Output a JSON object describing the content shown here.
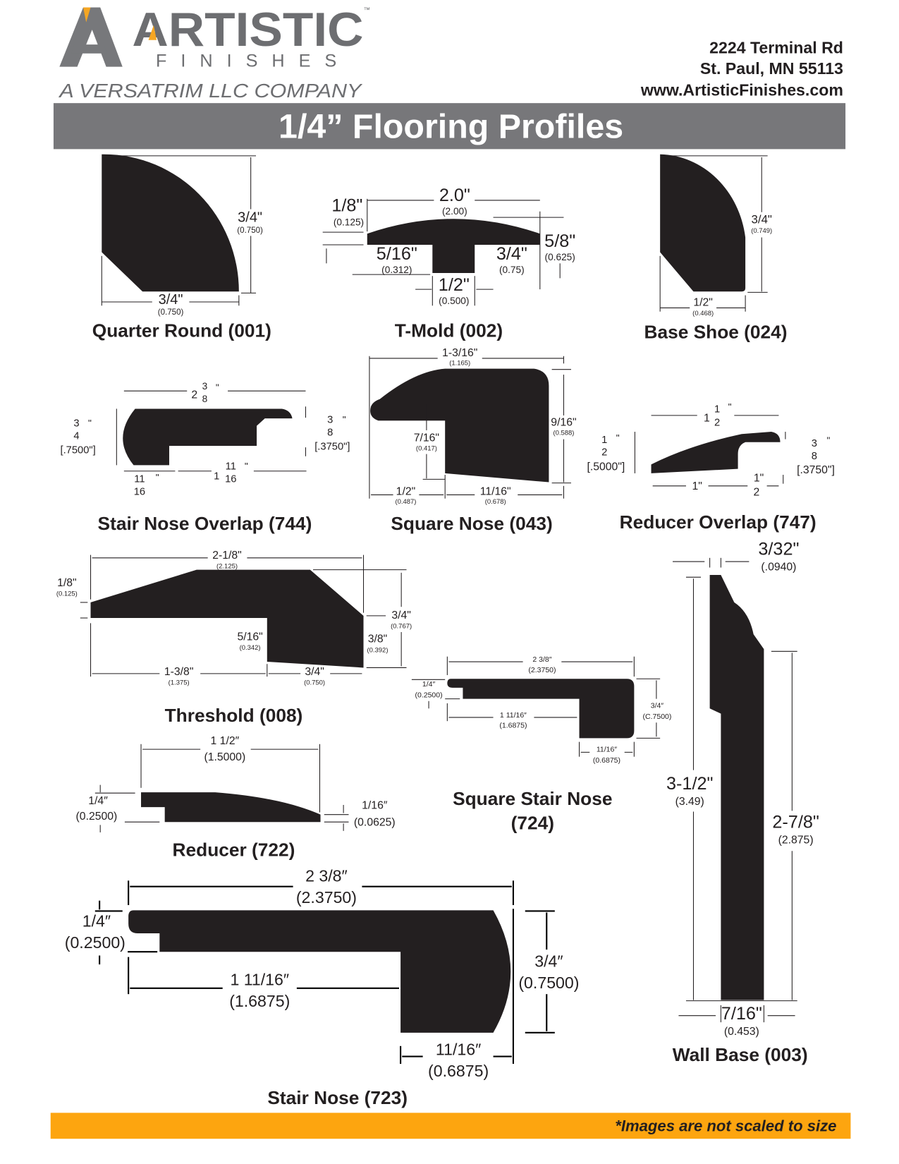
{
  "header": {
    "logo_word": "ARTISTIC",
    "logo_sub": "FINISHES",
    "logo_tm": "™",
    "tagline": "A VERSATRIM LLC COMPANY",
    "address_line1": "2224 Terminal Rd",
    "address_line2": "St. Paul, MN 55113",
    "website": "www.ArtisticFinishes.com"
  },
  "title": "1/4” Flooring Profiles",
  "colors": {
    "banner": "#77777a",
    "footer": "#fda50f",
    "logo_gray": "#77787b",
    "logo_accent": "#f5a623",
    "profile": "#231f20"
  },
  "profiles": {
    "quarter_round": {
      "caption": "Quarter Round (001)",
      "height": "3/4\"",
      "height_dec": "(0.750)",
      "width": "3/4\"",
      "width_dec": "(0.750)"
    },
    "t_mold": {
      "caption": "T-Mold (002)",
      "width": "2.0\"",
      "width_dec": "(2.00)",
      "cap": "1/8\"",
      "cap_dec": "(0.125)",
      "leg_h": "5/16\"",
      "leg_h_dec": "(0.312)",
      "side": "3/4\"",
      "side_dec": "(0.75)",
      "height": "5/8\"",
      "height_dec": "(0.625)",
      "leg_w": "1/2\"",
      "leg_w_dec": "(0.500)"
    },
    "base_shoe": {
      "caption": "Base Shoe (024)",
      "height": "3/4\"",
      "height_dec": "(0.749)",
      "width": "1/2\"",
      "width_dec": "(0.468)"
    },
    "stair_nose_overlap": {
      "caption": "Stair Nose Overlap (744)",
      "width_whole": "2",
      "width_num": "3",
      "width_den": "8",
      "height_num": "3",
      "height_den": "4",
      "height_dec": "[.7500\"]",
      "lip_num": "3",
      "lip_den": "8",
      "lip_dec": "[.3750\"]",
      "foot_num": "11",
      "foot_den": "16",
      "overlap_whole": "1",
      "overlap_num": "11",
      "overlap_den": "16",
      "inch": "\""
    },
    "square_nose": {
      "caption": "Square Nose (043)",
      "width": "1-3/16\"",
      "width_dec": "(1.165)",
      "height": "9/16\"",
      "height_dec": "(0.588)",
      "inner": "7/16\"",
      "inner_dec": "(0.417)",
      "left": "1/2\"",
      "left_dec": "(0.487)",
      "right": "11/16\"",
      "right_dec": "(0.678)"
    },
    "reducer_overlap": {
      "caption": "Reducer Overlap (747)",
      "width_whole": "1",
      "width_num": "1",
      "width_den": "2",
      "height_num": "1",
      "height_den": "2",
      "height_dec": "[.5000\"]",
      "lip_num": "3",
      "lip_den": "8",
      "lip_dec": "[.3750\"]",
      "base": "1\"",
      "overlap_num": "1\"",
      "overlap_den": "2",
      "inch": "\""
    },
    "threshold": {
      "caption": "Threshold (008)",
      "width": "2-1/8\"",
      "width_dec": "(2.125)",
      "edge": "1/8\"",
      "edge_dec": "(0.125)",
      "height": "3/4\"",
      "height_dec": "(0.767)",
      "foot_h": "3/8\"",
      "foot_h_dec": "(0.392)",
      "rabbet": "5/16\"",
      "rabbet_dec": "(0.342)",
      "overhang": "1-3/8\"",
      "overhang_dec": "(1.375)",
      "foot_w": "3/4\"",
      "foot_w_dec": "(0.750)"
    },
    "square_stair_nose": {
      "caption_line1": "Square Stair Nose",
      "caption_line2": "(724)",
      "width": "2 3/8″",
      "width_dec": "(2.3750)",
      "lip": "1/4″",
      "lip_dec": "(0.2500)",
      "overhang": "1 11/16″",
      "overhang_dec": "(1.6875)",
      "height": "3/4″",
      "height_dec": "(C.7500)",
      "foot": "11/16″",
      "foot_dec": "(0.6875)"
    },
    "wall_base": {
      "caption": "Wall Base (003)",
      "top": "3/32\"",
      "top_dec": "(.0940)",
      "height": "3-1/2\"",
      "height_dec": "(3.49)",
      "lower": "2-7/8\"",
      "lower_dec": "(2.875)",
      "thickness": "7/16\"",
      "thickness_dec": "(0.453)"
    },
    "reducer": {
      "caption": "Reducer (722)",
      "width": "1 1/2″",
      "width_dec": "(1.5000)",
      "lip": "1/4″",
      "lip_dec": "(0.2500)",
      "edge": "1/16″",
      "edge_dec": "(0.0625)"
    },
    "stair_nose": {
      "caption": "Stair Nose (723)",
      "width": "2 3/8″",
      "width_dec": "(2.3750)",
      "lip": "1/4″",
      "lip_dec": "(0.2500)",
      "overhang": "1 11/16″",
      "overhang_dec": "(1.6875)",
      "height": "3/4″",
      "height_dec": "(0.7500)",
      "foot": "11/16″",
      "foot_dec": "(0.6875)"
    }
  },
  "footer": {
    "note": "*Images are not scaled to size"
  }
}
